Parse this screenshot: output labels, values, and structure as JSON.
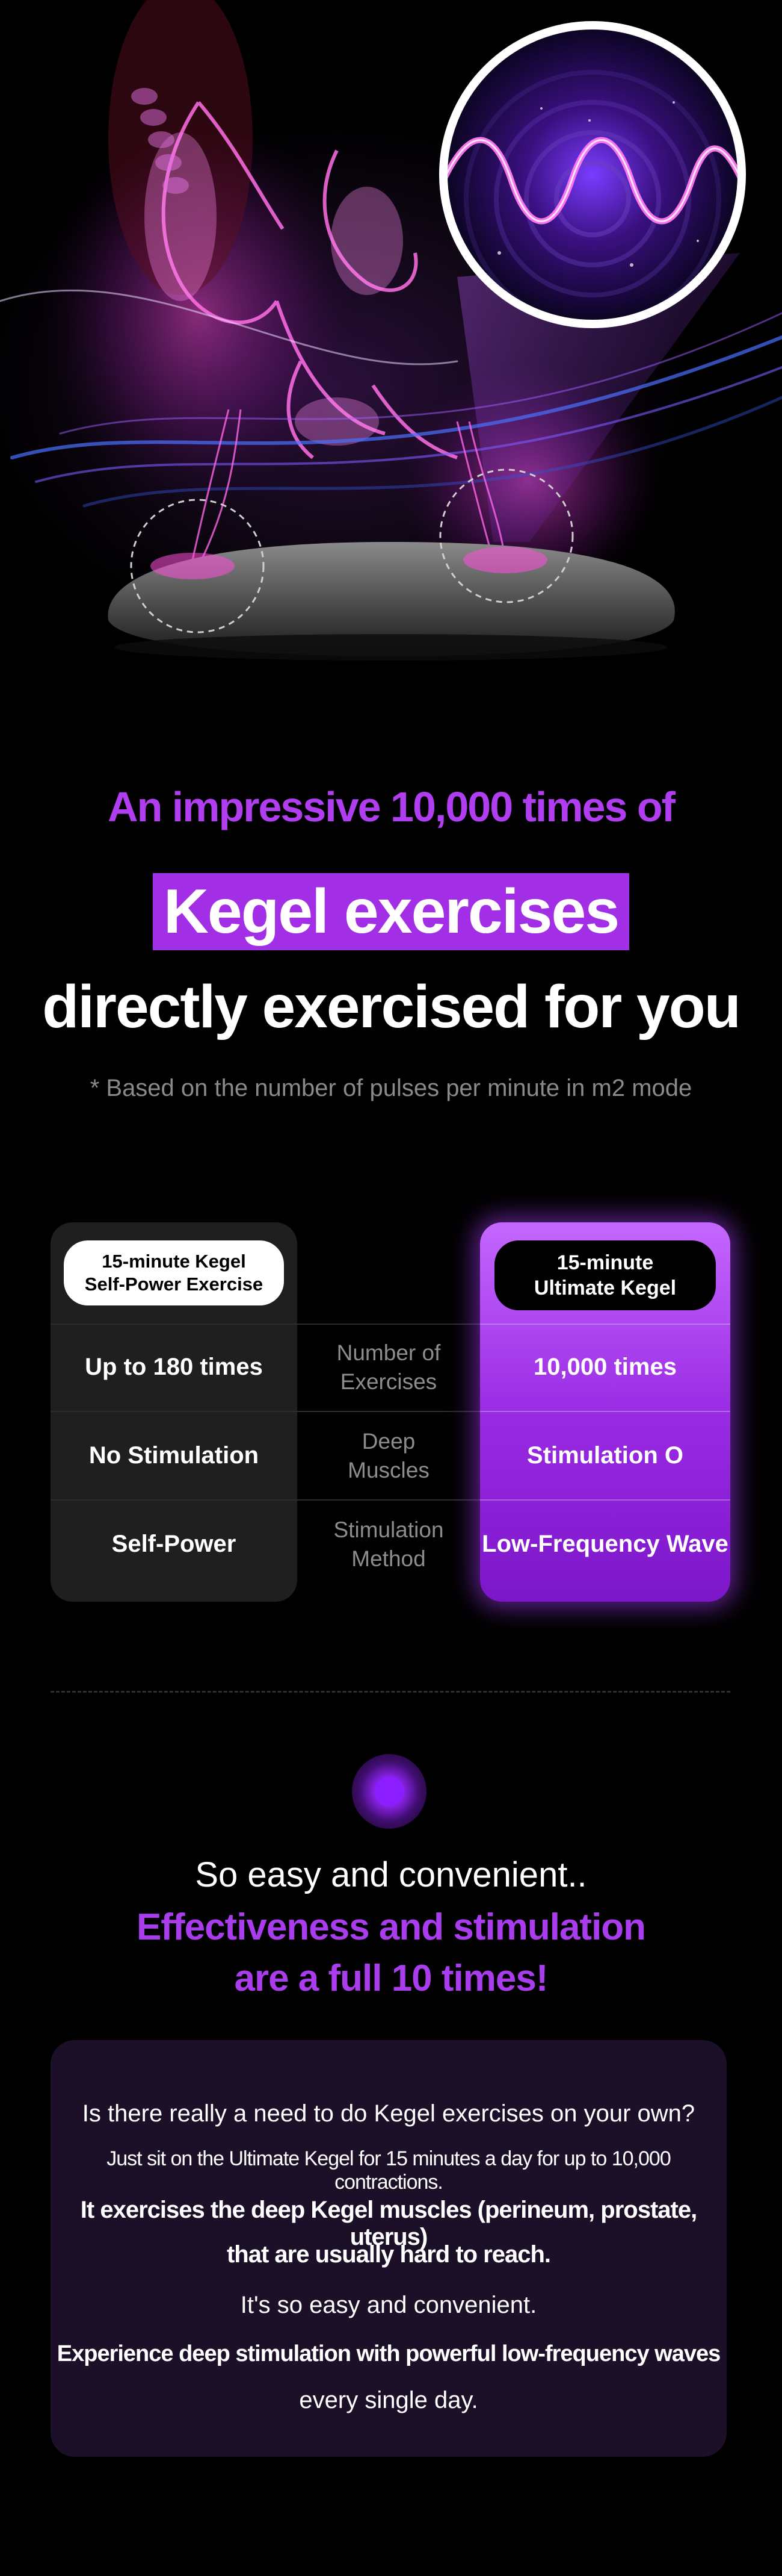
{
  "headline": {
    "line1": "An impressive 10,000 times of",
    "line2": "Kegel exercises",
    "line3": "directly exercised for you",
    "footnote": "* Based on the number of pulses per minute in m2 mode"
  },
  "comparison": {
    "left_title_line1": "15-minute Kegel",
    "left_title_line2": "Self-Power Exercise",
    "right_title_line1": "15-minute",
    "right_title_line2": "Ultimate Kegel",
    "rows": [
      {
        "left": "Up to 180 times",
        "label_line1": "Number of",
        "label_line2": "Exercises",
        "right": "10,000 times"
      },
      {
        "left": "No Stimulation",
        "label_line1": "Deep",
        "label_line2": "Muscles",
        "right": "Stimulation O"
      },
      {
        "left": "Self-Power",
        "label_line1": "Stimulation",
        "label_line2": "Method",
        "right": "Low-Frequency Wave"
      }
    ]
  },
  "tagline": {
    "line1": "So easy and convenient..",
    "line2": "Effectiveness and stimulation",
    "line3": "are a full 10 times!"
  },
  "textbox": {
    "line1": "Is there really a need to do Kegel exercises on your own?",
    "line2": "Just sit on the Ultimate Kegel for 15 minutes a day for up to 10,000 contractions.",
    "line3": "It exercises the deep Kegel muscles (perineum, prostate, uterus)",
    "line4": "that are usually hard to reach.",
    "line5": "It's so easy and convenient.",
    "line6": "Experience deep stimulation with powerful low-frequency waves",
    "line7": "every single day."
  },
  "colors": {
    "accent_purple": "#a93cec",
    "highlight_bg": "#a22ee6",
    "background": "#000000",
    "panel_dark": "#1f1f1f",
    "textbox_bg": "#1b1028"
  },
  "icons": [
    "pelvis-illustration",
    "cushion-device",
    "wave-zoom-lens",
    "glow-dot-icon"
  ]
}
